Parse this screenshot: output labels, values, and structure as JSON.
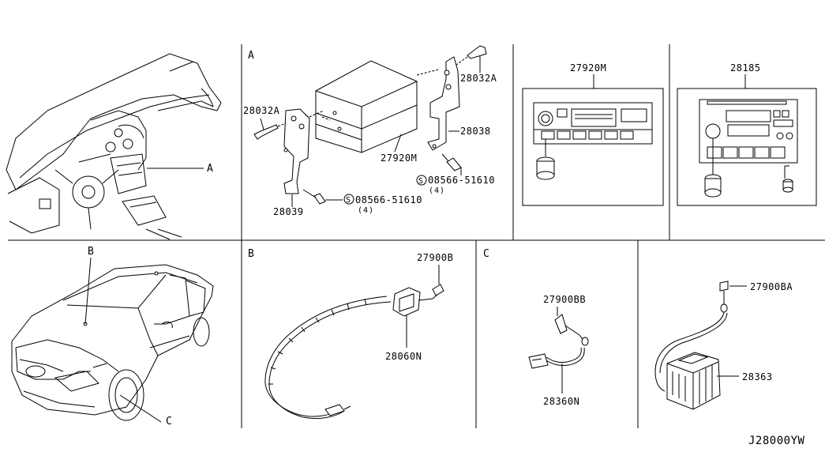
{
  "diagram": {
    "sections": {
      "a": "A",
      "b": "B",
      "c": "C"
    },
    "callouts": {
      "a": "A",
      "b": "B",
      "c": "C"
    },
    "parts": {
      "p28032a_left": "28032A",
      "p28032a_right": "28032A",
      "p28038": "28038",
      "p27920m": "27920M",
      "p28039": "28039",
      "screw_right": "08566-51610",
      "screw_right_qty": "(4)",
      "screw_left": "08566-51610",
      "screw_left_qty": "(4)",
      "screw_symbol": "S",
      "head_27920m": "27920M",
      "head_28185": "28185",
      "p27900b": "27900B",
      "p28060n": "28060N",
      "p27900bb": "27900BB",
      "p28360n": "28360N",
      "p27900ba": "27900BA",
      "p28363": "28363"
    },
    "diagram_code": "J28000YW"
  }
}
